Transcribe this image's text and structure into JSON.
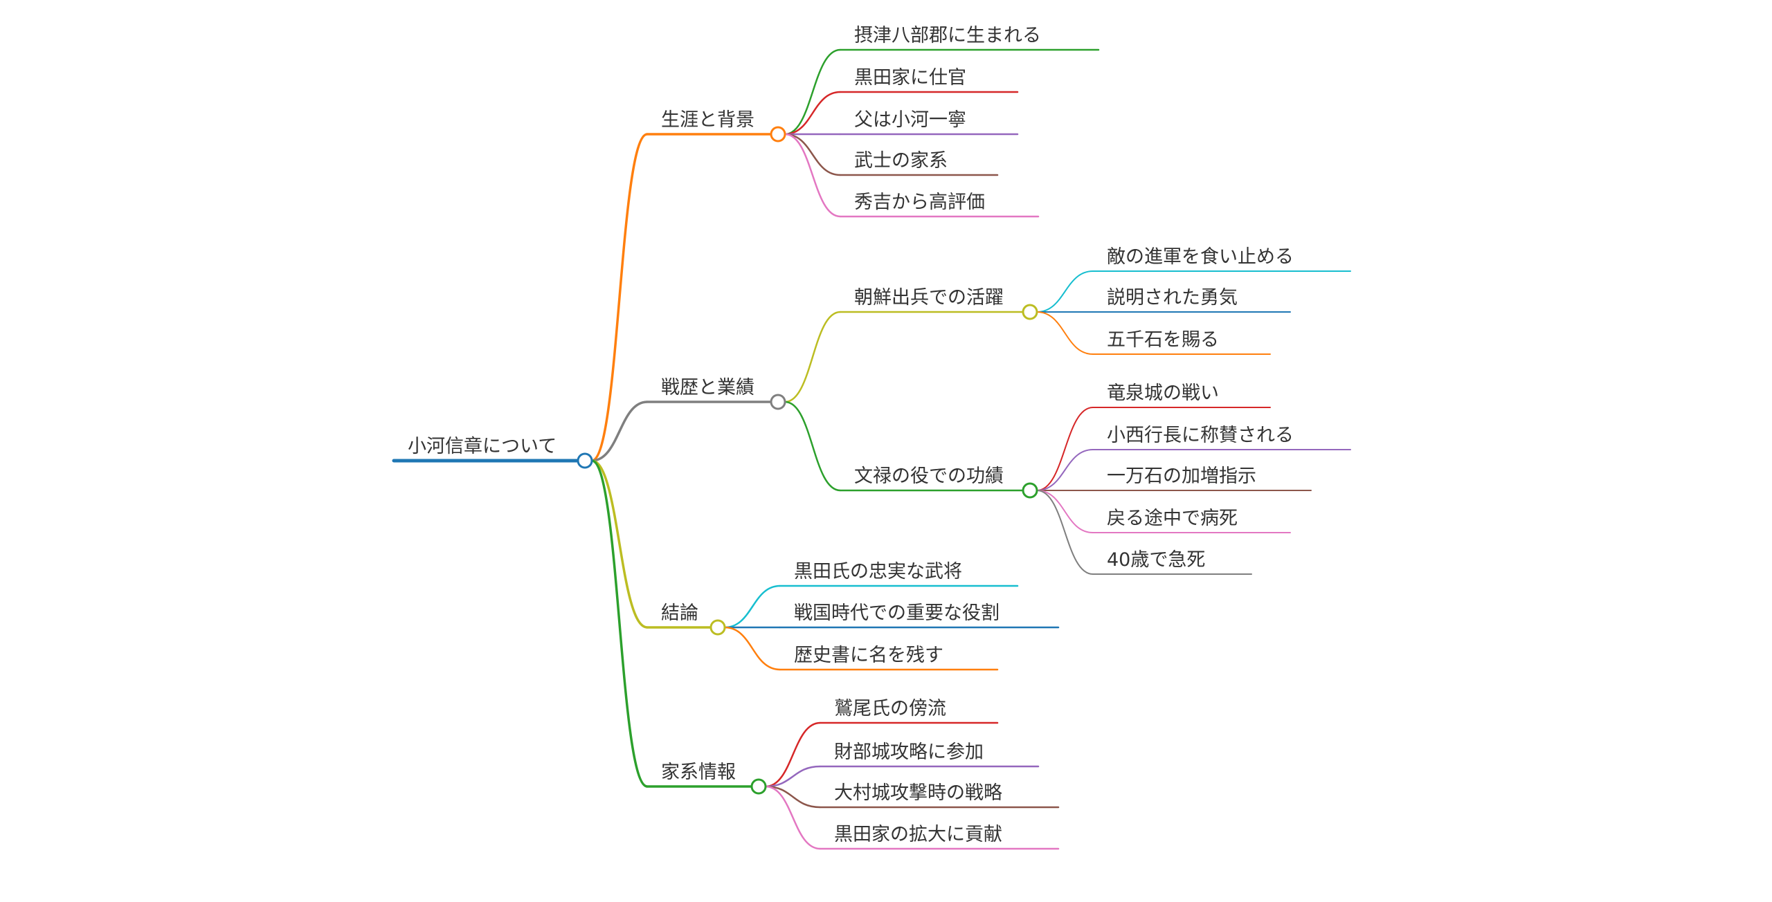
{
  "mindmap": {
    "label": "小河信章について",
    "color": "#1f77b4",
    "children": [
      {
        "label": "生涯と背景",
        "color": "#ff7f0e",
        "children": [
          {
            "label": "摂津八部郡に生まれる",
            "color": "#2ca02c"
          },
          {
            "label": "黒田家に仕官",
            "color": "#d62728"
          },
          {
            "label": "父は小河一寧",
            "color": "#9467bd"
          },
          {
            "label": "武士の家系",
            "color": "#8c564b"
          },
          {
            "label": "秀吉から高評価",
            "color": "#e377c2"
          }
        ]
      },
      {
        "label": "戦歴と業績",
        "color": "#7f7f7f",
        "children": [
          {
            "label": "朝鮮出兵での活躍",
            "color": "#bcbd22",
            "children": [
              {
                "label": "敵の進軍を食い止める",
                "color": "#17becf"
              },
              {
                "label": "説明された勇気",
                "color": "#1f77b4"
              },
              {
                "label": "五千石を賜る",
                "color": "#ff7f0e"
              }
            ]
          },
          {
            "label": "文禄の役での功績",
            "color": "#2ca02c",
            "children": [
              {
                "label": "竜泉城の戦い",
                "color": "#d62728"
              },
              {
                "label": "小西行長に称賛される",
                "color": "#9467bd"
              },
              {
                "label": "一万石の加増指示",
                "color": "#8c564b"
              },
              {
                "label": "戻る途中で病死",
                "color": "#e377c2"
              },
              {
                "label": "40歳で急死",
                "color": "#7f7f7f"
              }
            ]
          }
        ]
      },
      {
        "label": "結論",
        "color": "#bcbd22",
        "children": [
          {
            "label": "黒田氏の忠実な武将",
            "color": "#17becf"
          },
          {
            "label": "戦国時代での重要な役割",
            "color": "#1f77b4"
          },
          {
            "label": "歴史書に名を残す",
            "color": "#ff7f0e"
          }
        ]
      },
      {
        "label": "家系情報",
        "color": "#2ca02c",
        "children": [
          {
            "label": "鷲尾氏の傍流",
            "color": "#d62728"
          },
          {
            "label": "財部城攻略に参加",
            "color": "#9467bd"
          },
          {
            "label": "大村城攻撃時の戦略",
            "color": "#8c564b"
          },
          {
            "label": "黒田家の拡大に貢献",
            "color": "#e377c2"
          }
        ]
      }
    ]
  }
}
